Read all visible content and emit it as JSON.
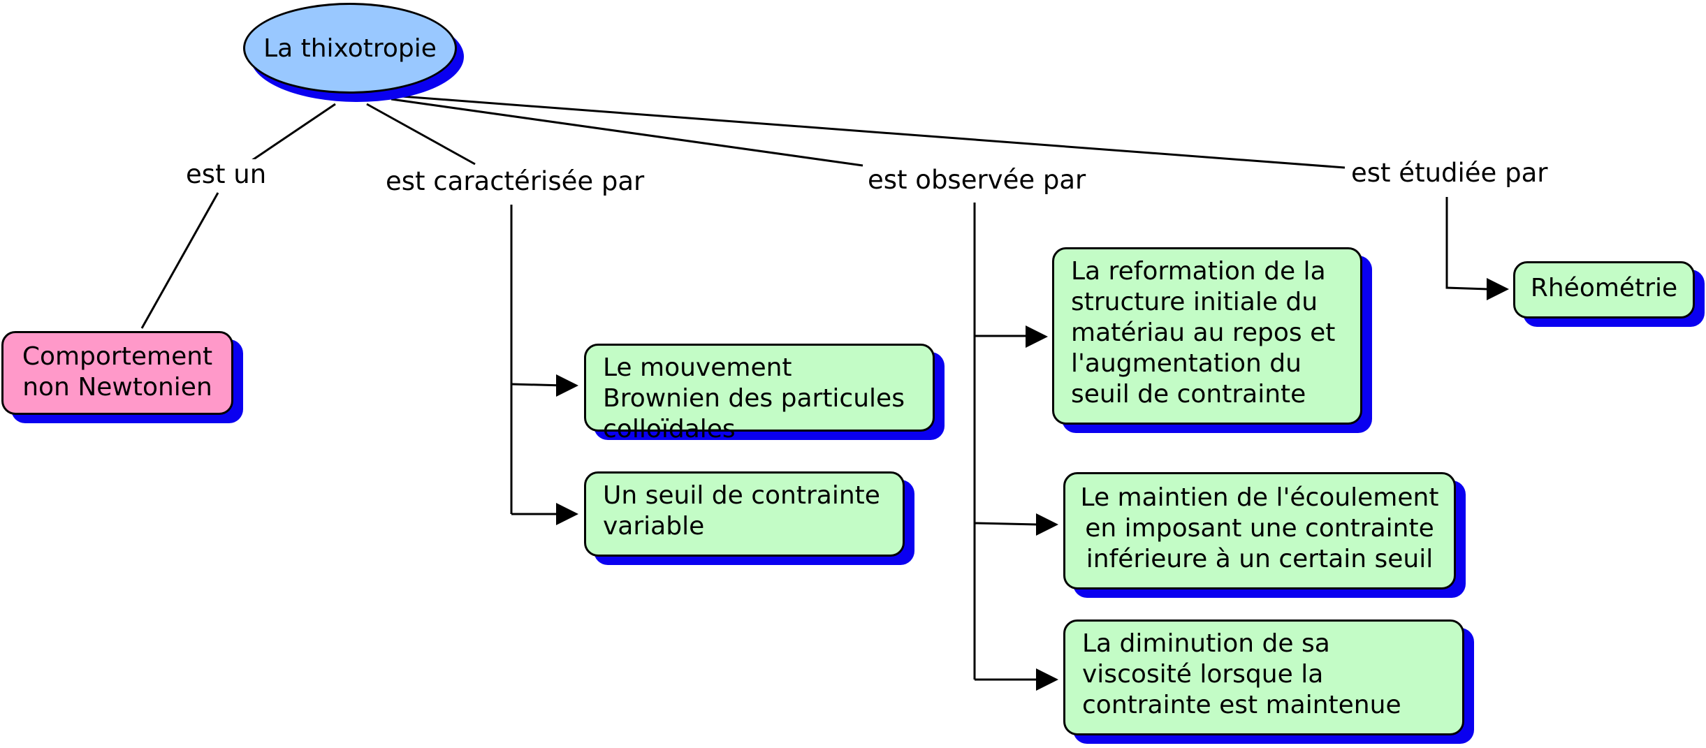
{
  "root": {
    "text": "La thixotropie"
  },
  "relations": {
    "est_un": "est un",
    "caracterisee": "est caractérisée par",
    "observee": "est observée par",
    "etudiee": "est étudiée par"
  },
  "concepts": {
    "comportement": "Comportement non Newtonien",
    "brownien": "Le mouvement Brownien des particules colloïdales",
    "seuil_variable": "Un seuil de contrainte variable",
    "reformation": "La reformation de la structure initiale du matériau au repos et l'augmentation du seuil de contrainte",
    "maintien": "Le maintien de l'écoulement en imposant une contrainte inférieure à un certain seuil",
    "diminution": "La diminution de sa viscosité lorsque la contrainte est maintenue",
    "rheometrie": "Rhéométrie"
  },
  "colors": {
    "root_fill": "#99c8ff",
    "concept_fill": "#c3fcc6",
    "highlight_fill": "#ff99c9",
    "shadow": "#0a00f0",
    "line": "#000000"
  }
}
